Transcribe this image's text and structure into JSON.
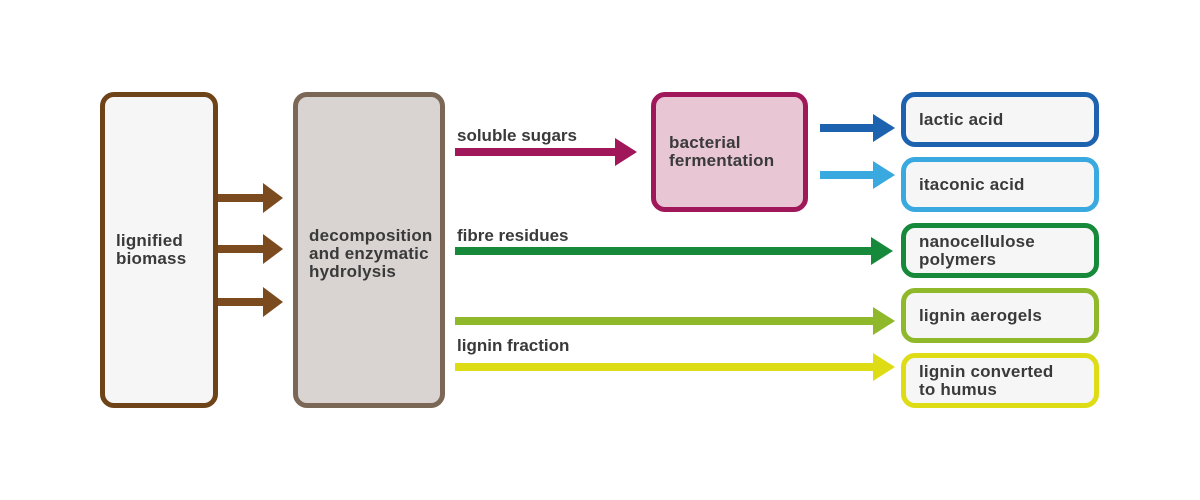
{
  "nodes": {
    "biomass": "lignified\nbiomass",
    "hydrolysis": "decomposition\nand enzymatic\nhydrolysis",
    "fermentation": "bacterial\nfermentation",
    "lactic": "lactic acid",
    "itaconic": "itaconic acid",
    "nanocellulose": "nanocellulose\npolymers",
    "aerogels": "lignin aerogels",
    "humus": "lignin converted\nto humus"
  },
  "labels": {
    "sugars": "soluble sugars",
    "fibre": "fibre residues",
    "lignin": "lignin fraction"
  },
  "colors": {
    "biomass": "#6e4317",
    "hydrolysis": "#7a6756",
    "sugars": "#a0185a",
    "lactic": "#1d62ae",
    "itaconic": "#3aa9e0",
    "fibre": "#16893a",
    "aerogels": "#8fb82b",
    "humus": "#dddc15"
  }
}
